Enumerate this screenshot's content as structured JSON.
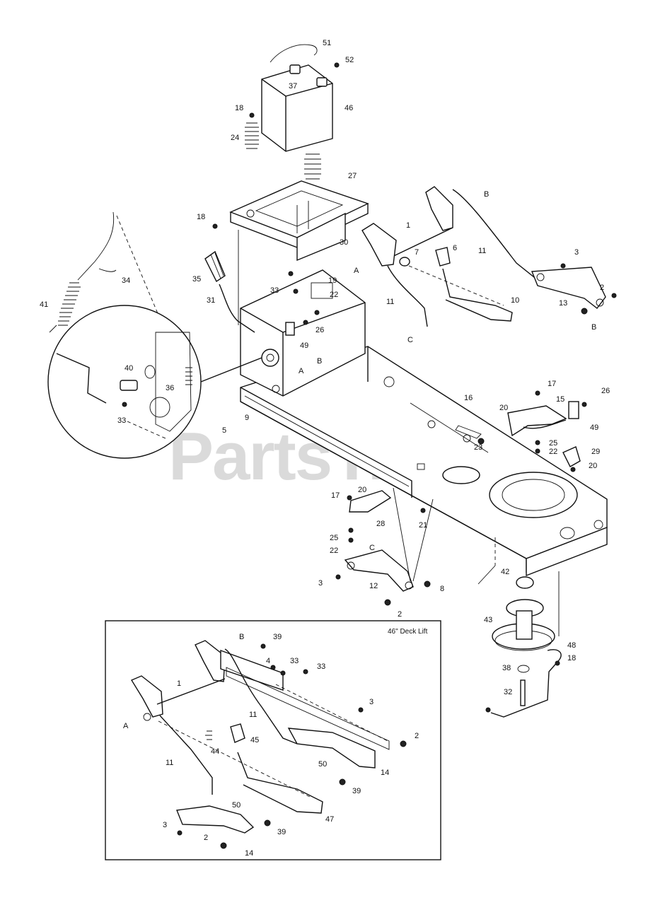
{
  "watermark": "PartsTree",
  "inset": {
    "title": "46\" Deck Lift"
  },
  "callouts": {
    "main": [
      {
        "id": "p51",
        "label": "51"
      },
      {
        "id": "p52",
        "label": "52"
      },
      {
        "id": "p37",
        "label": "37"
      },
      {
        "id": "p46",
        "label": "46"
      },
      {
        "id": "p18a",
        "label": "18"
      },
      {
        "id": "p24",
        "label": "24"
      },
      {
        "id": "p27",
        "label": "27"
      },
      {
        "id": "p18b",
        "label": "18"
      },
      {
        "id": "p30",
        "label": "30"
      },
      {
        "id": "p34",
        "label": "34"
      },
      {
        "id": "p41",
        "label": "41"
      },
      {
        "id": "p35",
        "label": "35"
      },
      {
        "id": "p19",
        "label": "19"
      },
      {
        "id": "p33a",
        "label": "33"
      },
      {
        "id": "p22a",
        "label": "22"
      },
      {
        "id": "p31",
        "label": "31"
      },
      {
        "id": "p26a",
        "label": "26"
      },
      {
        "id": "p49a",
        "label": "49"
      },
      {
        "id": "pAa",
        "label": "A"
      },
      {
        "id": "pBa",
        "label": "B"
      },
      {
        "id": "p40",
        "label": "40"
      },
      {
        "id": "p36",
        "label": "36"
      },
      {
        "id": "p33b",
        "label": "33"
      },
      {
        "id": "p5",
        "label": "5"
      },
      {
        "id": "p9",
        "label": "9"
      },
      {
        "id": "pBb",
        "label": "B"
      },
      {
        "id": "p1a",
        "label": "1"
      },
      {
        "id": "p7",
        "label": "7"
      },
      {
        "id": "p6",
        "label": "6"
      },
      {
        "id": "p11a",
        "label": "11"
      },
      {
        "id": "pAb",
        "label": "A"
      },
      {
        "id": "p3a",
        "label": "3"
      },
      {
        "id": "p11b",
        "label": "11"
      },
      {
        "id": "p10",
        "label": "10"
      },
      {
        "id": "pCa",
        "label": "C"
      },
      {
        "id": "p2a",
        "label": "2"
      },
      {
        "id": "p13",
        "label": "13"
      },
      {
        "id": "pBc",
        "label": "B"
      },
      {
        "id": "p16",
        "label": "16"
      },
      {
        "id": "p17a",
        "label": "17"
      },
      {
        "id": "p26b",
        "label": "26"
      },
      {
        "id": "p20a",
        "label": "20"
      },
      {
        "id": "p15",
        "label": "15"
      },
      {
        "id": "p49b",
        "label": "49"
      },
      {
        "id": "p23",
        "label": "23"
      },
      {
        "id": "p25a",
        "label": "25"
      },
      {
        "id": "p22b",
        "label": "22"
      },
      {
        "id": "p29",
        "label": "29"
      },
      {
        "id": "p20b",
        "label": "20"
      },
      {
        "id": "p17b",
        "label": "17"
      },
      {
        "id": "p20c",
        "label": "20"
      },
      {
        "id": "p28",
        "label": "28"
      },
      {
        "id": "p21",
        "label": "21"
      },
      {
        "id": "p25b",
        "label": "25"
      },
      {
        "id": "p22c",
        "label": "22"
      },
      {
        "id": "pCb",
        "label": "C"
      },
      {
        "id": "p3b",
        "label": "3"
      },
      {
        "id": "p12",
        "label": "12"
      },
      {
        "id": "p8",
        "label": "8"
      },
      {
        "id": "p2b",
        "label": "2"
      },
      {
        "id": "p42",
        "label": "42"
      },
      {
        "id": "p43",
        "label": "43"
      },
      {
        "id": "p48",
        "label": "48"
      },
      {
        "id": "p38",
        "label": "38"
      },
      {
        "id": "p18c",
        "label": "18"
      },
      {
        "id": "p32",
        "label": "32"
      }
    ],
    "inset": [
      {
        "id": "i39a",
        "label": "39"
      },
      {
        "id": "iB",
        "label": "B"
      },
      {
        "id": "i4",
        "label": "4"
      },
      {
        "id": "i33a",
        "label": "33"
      },
      {
        "id": "i33b",
        "label": "33"
      },
      {
        "id": "i1",
        "label": "1"
      },
      {
        "id": "i11a",
        "label": "11"
      },
      {
        "id": "i3a",
        "label": "3"
      },
      {
        "id": "iA",
        "label": "A"
      },
      {
        "id": "i2a",
        "label": "2"
      },
      {
        "id": "i44",
        "label": "44"
      },
      {
        "id": "i45",
        "label": "45"
      },
      {
        "id": "i11b",
        "label": "11"
      },
      {
        "id": "i50a",
        "label": "50"
      },
      {
        "id": "i14a",
        "label": "14"
      },
      {
        "id": "i39b",
        "label": "39"
      },
      {
        "id": "i50b",
        "label": "50"
      },
      {
        "id": "i47",
        "label": "47"
      },
      {
        "id": "i3b",
        "label": "3"
      },
      {
        "id": "i39c",
        "label": "39"
      },
      {
        "id": "i2b",
        "label": "2"
      },
      {
        "id": "i14b",
        "label": "14"
      }
    ]
  }
}
